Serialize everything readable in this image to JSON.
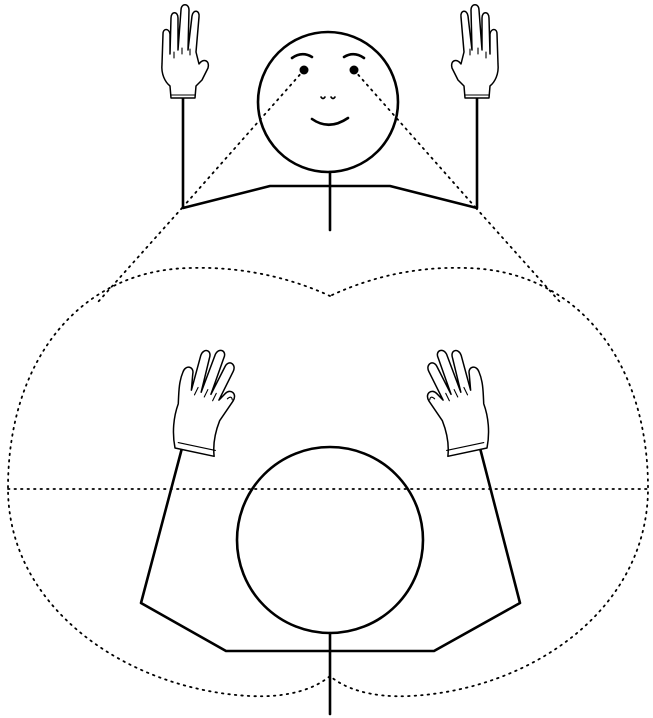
{
  "figure": {
    "background": "#ffffff",
    "stroke_color": "#000000",
    "upper_view": {
      "face": {
        "expression": "smiling",
        "eyes": 2,
        "nostrils": 2
      },
      "hands": [
        "left-raised-open-palm",
        "right-raised-open-palm"
      ]
    },
    "lower_view": {
      "hands": [
        "left-open-hand",
        "right-open-hand"
      ],
      "head": "plain-circle"
    },
    "sight_lines": "dotted",
    "field_of_view": "dotted-heart-shaped-outline",
    "horizontal_guide": "dotted"
  }
}
